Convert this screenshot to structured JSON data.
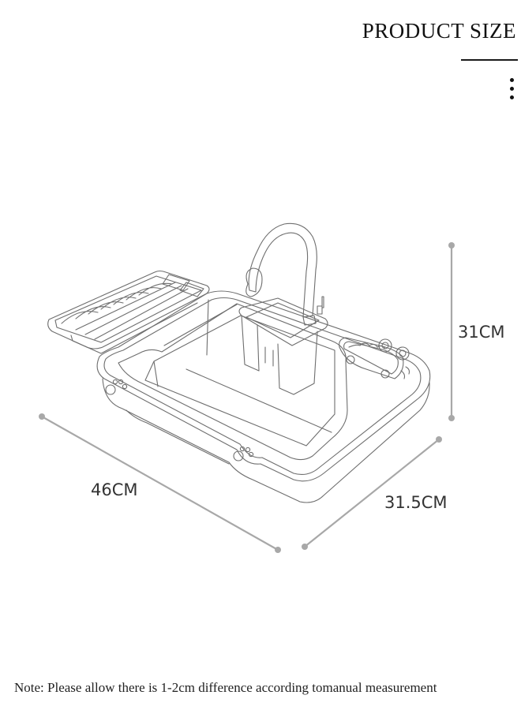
{
  "header": {
    "title": "PRODUCT SIZE"
  },
  "dimensions": {
    "height": "31CM",
    "width": "46CM",
    "depth": "31.5CM"
  },
  "note": "Note: Please allow there is 1-2cm difference according tomanual measurement",
  "colors": {
    "text": "#111111",
    "dimension_line": "#a8a8a8",
    "drawing_line": "#6e6e6e"
  },
  "illustration": {
    "subject": "toy-sink-with-faucet-dish-rack-and-soap-tray"
  }
}
